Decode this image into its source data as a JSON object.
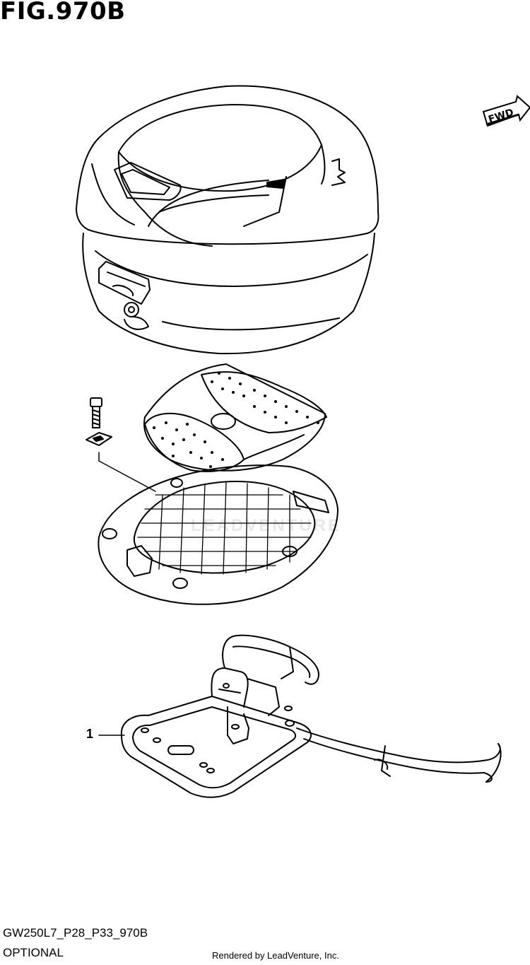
{
  "figure": {
    "title": "FIG.970B",
    "fwd_label": "FWD",
    "callout_1": "1"
  },
  "footer": {
    "model_code": "GW250L7_P28_P33_970B",
    "note": "OPTIONAL",
    "credit": "Rendered by LeadVenture, Inc."
  },
  "watermark": "LEADVENTURE",
  "icons": [
    "top-case-icon",
    "bolt-icon",
    "washer-icon",
    "base-plate-icon",
    "carrier-bracket-icon",
    "fwd-arrow-icon"
  ]
}
